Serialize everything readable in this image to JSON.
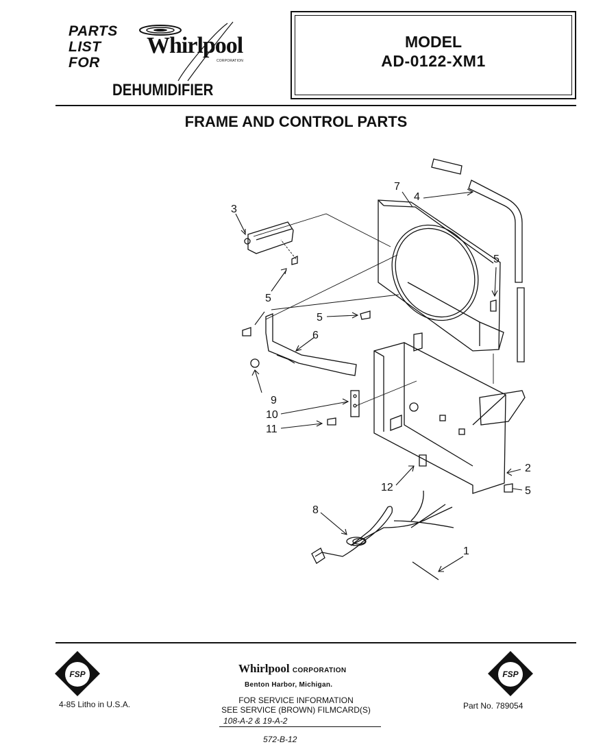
{
  "header": {
    "parts_list_line1": "PARTS",
    "parts_list_line2": "LIST",
    "parts_list_line3": "FOR",
    "brand": "Whirlpool",
    "brand_tag": "CORPORATION",
    "product": "DEHUMIDIFIER",
    "model_label": "MODEL",
    "model_number": "AD-0122-XM1"
  },
  "section_title": "FRAME AND CONTROL PARTS",
  "callouts": [
    {
      "id": "c7",
      "text": "7"
    },
    {
      "id": "c4",
      "text": "4"
    },
    {
      "id": "c3",
      "text": "3"
    },
    {
      "id": "c5a",
      "text": "5"
    },
    {
      "id": "c5b",
      "text": "5"
    },
    {
      "id": "c5c",
      "text": "5"
    },
    {
      "id": "c6",
      "text": "6"
    },
    {
      "id": "c9",
      "text": "9"
    },
    {
      "id": "c10",
      "text": "10"
    },
    {
      "id": "c11",
      "text": "11"
    },
    {
      "id": "c2",
      "text": "2"
    },
    {
      "id": "c5d",
      "text": "5"
    },
    {
      "id": "c12",
      "text": "12"
    },
    {
      "id": "c8",
      "text": "8"
    },
    {
      "id": "c1",
      "text": "1"
    }
  ],
  "footer": {
    "badge_text": "FSP",
    "corp_name": "Whirlpool",
    "corp_suffix": "CORPORATION",
    "city": "Benton Harbor, Michigan.",
    "service_line1": "FOR SERVICE INFORMATION",
    "service_line2": "SEE SERVICE (BROWN) FILMCARD(S)",
    "filmcards": "108-A-2 & 19-A-2",
    "handwritten_code": "572-B-12",
    "litho": "4-85  Litho in U.S.A.",
    "part_no": "Part No. 789054"
  },
  "icons": [
    "fsp-badge-icon",
    "whirlpool-swirl-icon"
  ]
}
